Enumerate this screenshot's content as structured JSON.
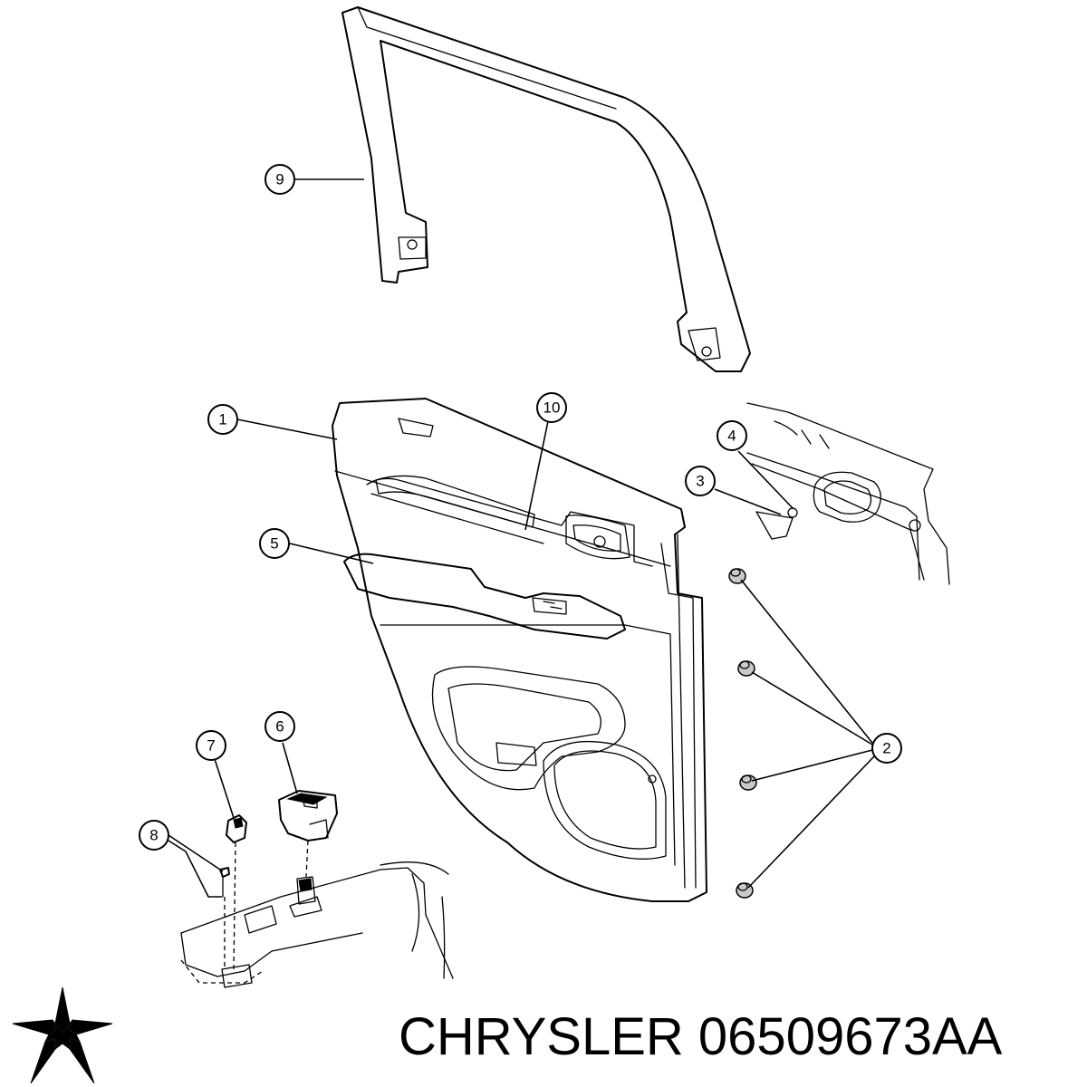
{
  "callouts": [
    {
      "id": "1",
      "label": "1"
    },
    {
      "id": "2",
      "label": "2"
    },
    {
      "id": "3",
      "label": "3"
    },
    {
      "id": "4",
      "label": "4"
    },
    {
      "id": "5",
      "label": "5"
    },
    {
      "id": "6",
      "label": "6"
    },
    {
      "id": "7",
      "label": "7"
    },
    {
      "id": "8",
      "label": "8"
    },
    {
      "id": "9",
      "label": "9"
    },
    {
      "id": "10",
      "label": "10"
    }
  ],
  "caption": {
    "text": "CHRYSLER 06509673AA"
  },
  "logo": {
    "icon": "chrysler-pentastar-icon",
    "color": "#000000"
  }
}
